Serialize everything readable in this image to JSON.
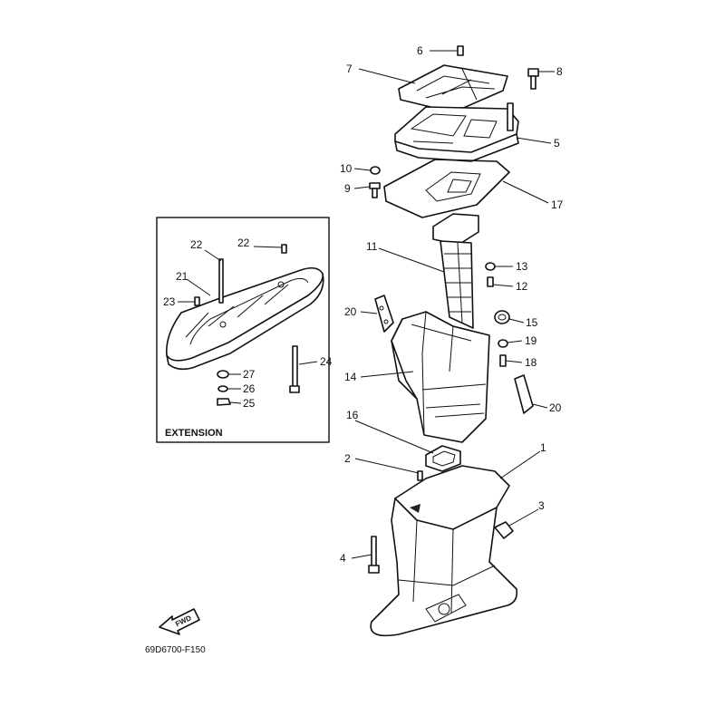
{
  "inset": {
    "title": "EXTENSION"
  },
  "diagram_code": "69D6700-F150",
  "fwd_label": "FWD",
  "callouts": [
    "1",
    "2",
    "3",
    "4",
    "5",
    "6",
    "7",
    "8",
    "9",
    "10",
    "11",
    "12",
    "13",
    "14",
    "15",
    "16",
    "17",
    "18",
    "19",
    "20",
    "20",
    "21",
    "22",
    "22",
    "23",
    "24",
    "25",
    "26",
    "27"
  ]
}
